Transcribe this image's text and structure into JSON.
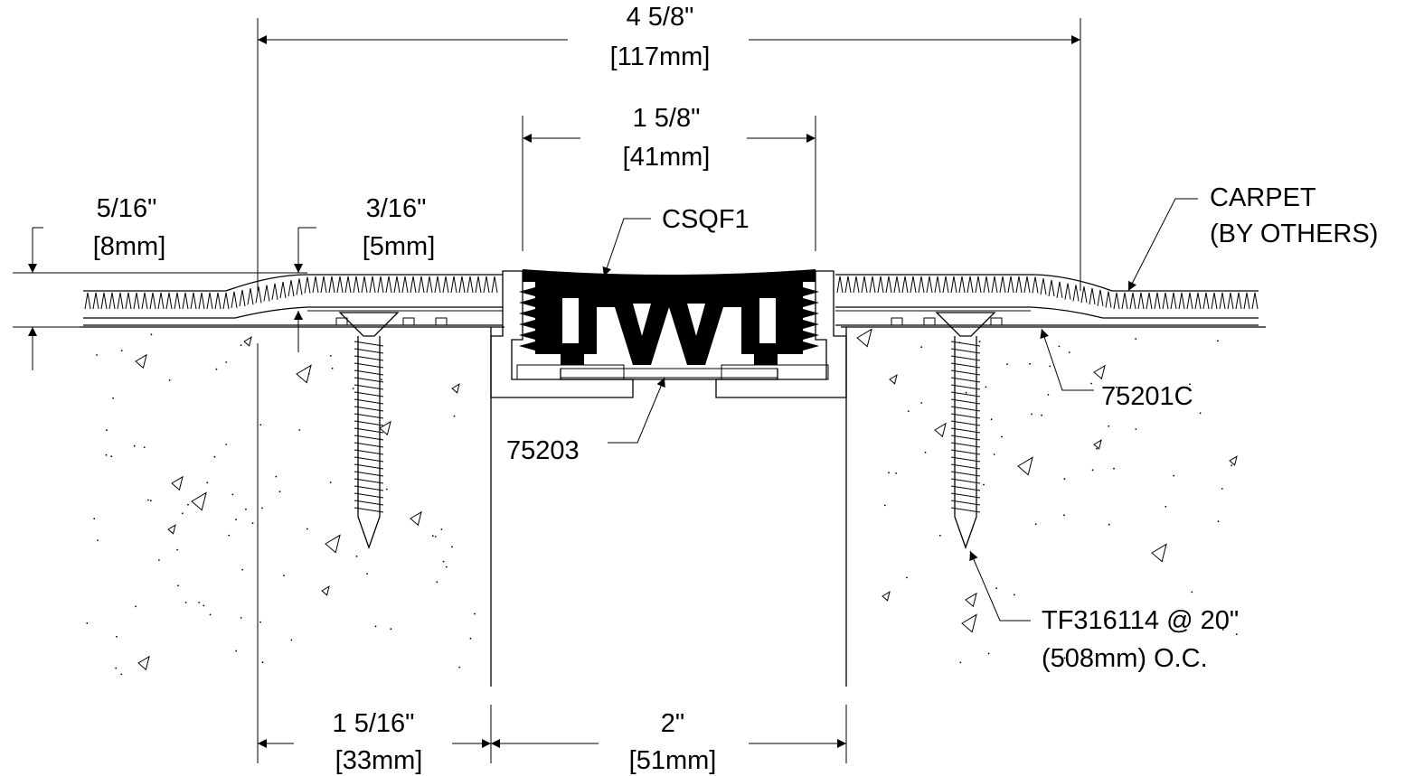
{
  "dimensions": {
    "overall_width": {
      "imperial": "4 5/8\"",
      "metric": "[117mm]"
    },
    "insert_width": {
      "imperial": "1 5/8\"",
      "metric": "[41mm]"
    },
    "carpet_height": {
      "imperial": "5/16\"",
      "metric": "[8mm]"
    },
    "ramp_height": {
      "imperial": "3/16\"",
      "metric": "[5mm]"
    },
    "edge_offset": {
      "imperial": "1 5/16\"",
      "metric": "[33mm]"
    },
    "joint_gap": {
      "imperial": "2\"",
      "metric": "[51mm]"
    }
  },
  "callouts": {
    "insert": "CSQF1",
    "carpet_line1": "CARPET",
    "carpet_line2": "(BY OTHERS)",
    "frame": "75201C",
    "base_plate": "75203",
    "fastener_line1": "TF316114 @ 20\"",
    "fastener_line2": "(508mm) O.C."
  }
}
